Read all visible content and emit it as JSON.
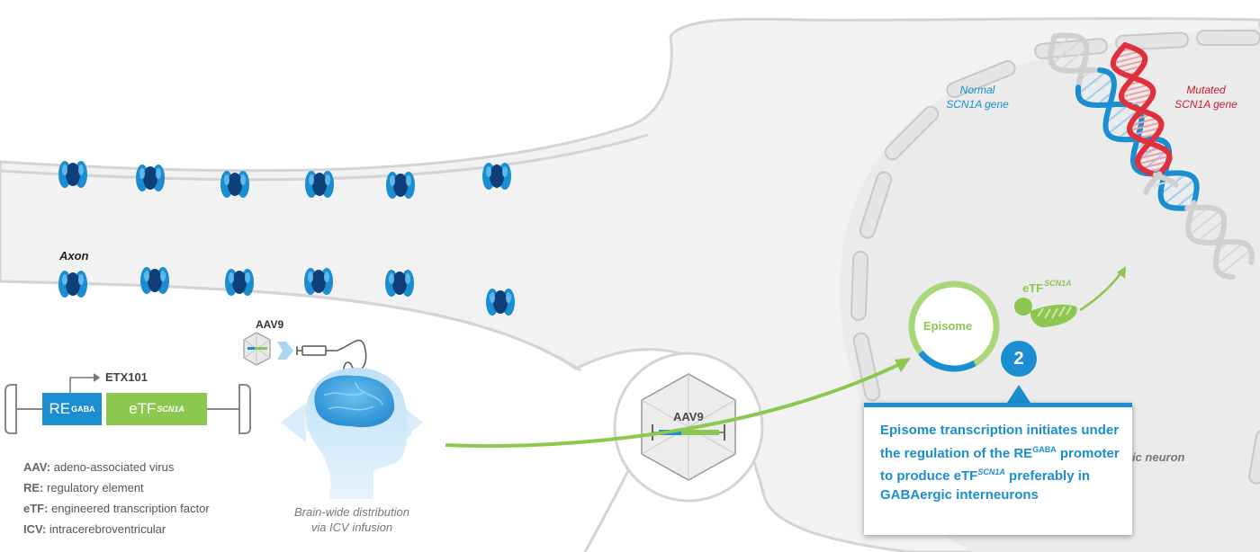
{
  "labels": {
    "axon": "Axon",
    "aav9_top": "AAV9",
    "etx101": "ETX101",
    "aav9_mid": "AAV9",
    "episome": "Episome",
    "etf_base": "eTF",
    "etf_sup": "SCN1A",
    "normal_line1": "Normal",
    "normal_line2": "SCN1A gene",
    "mutated_line1": "Mutated",
    "mutated_line2": "SCN1A gene",
    "neuron_partial": "gic neuron",
    "step_number": "2"
  },
  "construct": {
    "re_base": "RE",
    "re_sup": "GABA",
    "etf_base": "eTF",
    "etf_sup": "SCN1A"
  },
  "glossary": [
    {
      "abbr": "AAV:",
      "def": " adeno-associated virus"
    },
    {
      "abbr": "RE:",
      "def": " regulatory element"
    },
    {
      "abbr": "eTF:",
      "def": " engineered transcription factor"
    },
    {
      "abbr": "ICV:",
      "def": " intracerebroventricular"
    }
  ],
  "caption": {
    "line1": "Brain-wide distribution",
    "line2": "via ICV infusion"
  },
  "callout": {
    "part1": "Episome transcription initiates under the regulation of the ",
    "re_base": "RE",
    "re_sup": "GABA",
    "part2": " promoter to produce ",
    "etf_base": "eTF",
    "etf_sup": "SCN1A",
    "part3": " preferably in GABAergic interneurons"
  },
  "colors": {
    "blue": "#1a8ed0",
    "green": "#8cc850",
    "red": "#c8202a",
    "membrane": "#d4d4d4"
  }
}
